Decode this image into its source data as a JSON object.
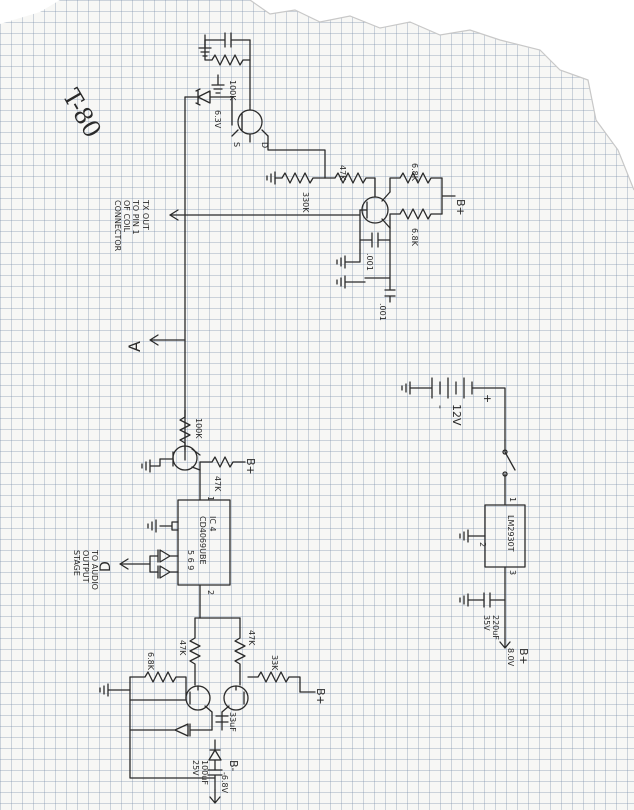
{
  "page": {
    "title": "T-80",
    "colors": {
      "ink": "#2a2a2a",
      "paper": "#f7f7f5",
      "grid": "#8c9db4"
    }
  },
  "top_stage": {
    "r_top": "100K",
    "zener": "6.3V",
    "fet_pin_s": "S",
    "fet_pin_d": "D",
    "r_base": "47K",
    "r_ground": "330K",
    "r_collector": "6.8K",
    "r_emitter": "6.8K",
    "cap_a": ".001",
    "cap_b": ".001",
    "bplus": "B+",
    "tx_out": "TX OUT",
    "tx_note_1": "TO PIN 1",
    "tx_note_2": "OF COIL",
    "tx_note_3": "CONNECTOR"
  },
  "mid_stage": {
    "label_a": "A",
    "r_input": "100K",
    "r_bias": "47K",
    "bplus": "B+"
  },
  "ic": {
    "name": "IC 4",
    "part": "CD4069UBE",
    "pin1": "1",
    "pin2": "2",
    "pins_out": "5 6 9",
    "label_d": "D",
    "audio_1": "TO AUDIO",
    "audio_2": "OUTPUT",
    "audio_3": "STAGE"
  },
  "bottom_stage": {
    "r_left": "47K",
    "r_right": "47K",
    "r_left_outer": "6.8K",
    "r_right_outer": "33K",
    "cap_mid": "33uF",
    "cap_low": "100uF",
    "cap_low_v": "25V",
    "bplus": "B+",
    "bminus": "B-",
    "bminus_v": "-6.8V"
  },
  "power": {
    "battery": "12V",
    "plus": "+",
    "minus": "-",
    "reg_part": "LM2930T",
    "reg_pin1": "1",
    "reg_pin2": "2",
    "reg_pin3": "3",
    "cap_value": "220uF",
    "cap_voltage": "35V",
    "out_label": "B+",
    "out_voltage": "8.0V"
  }
}
